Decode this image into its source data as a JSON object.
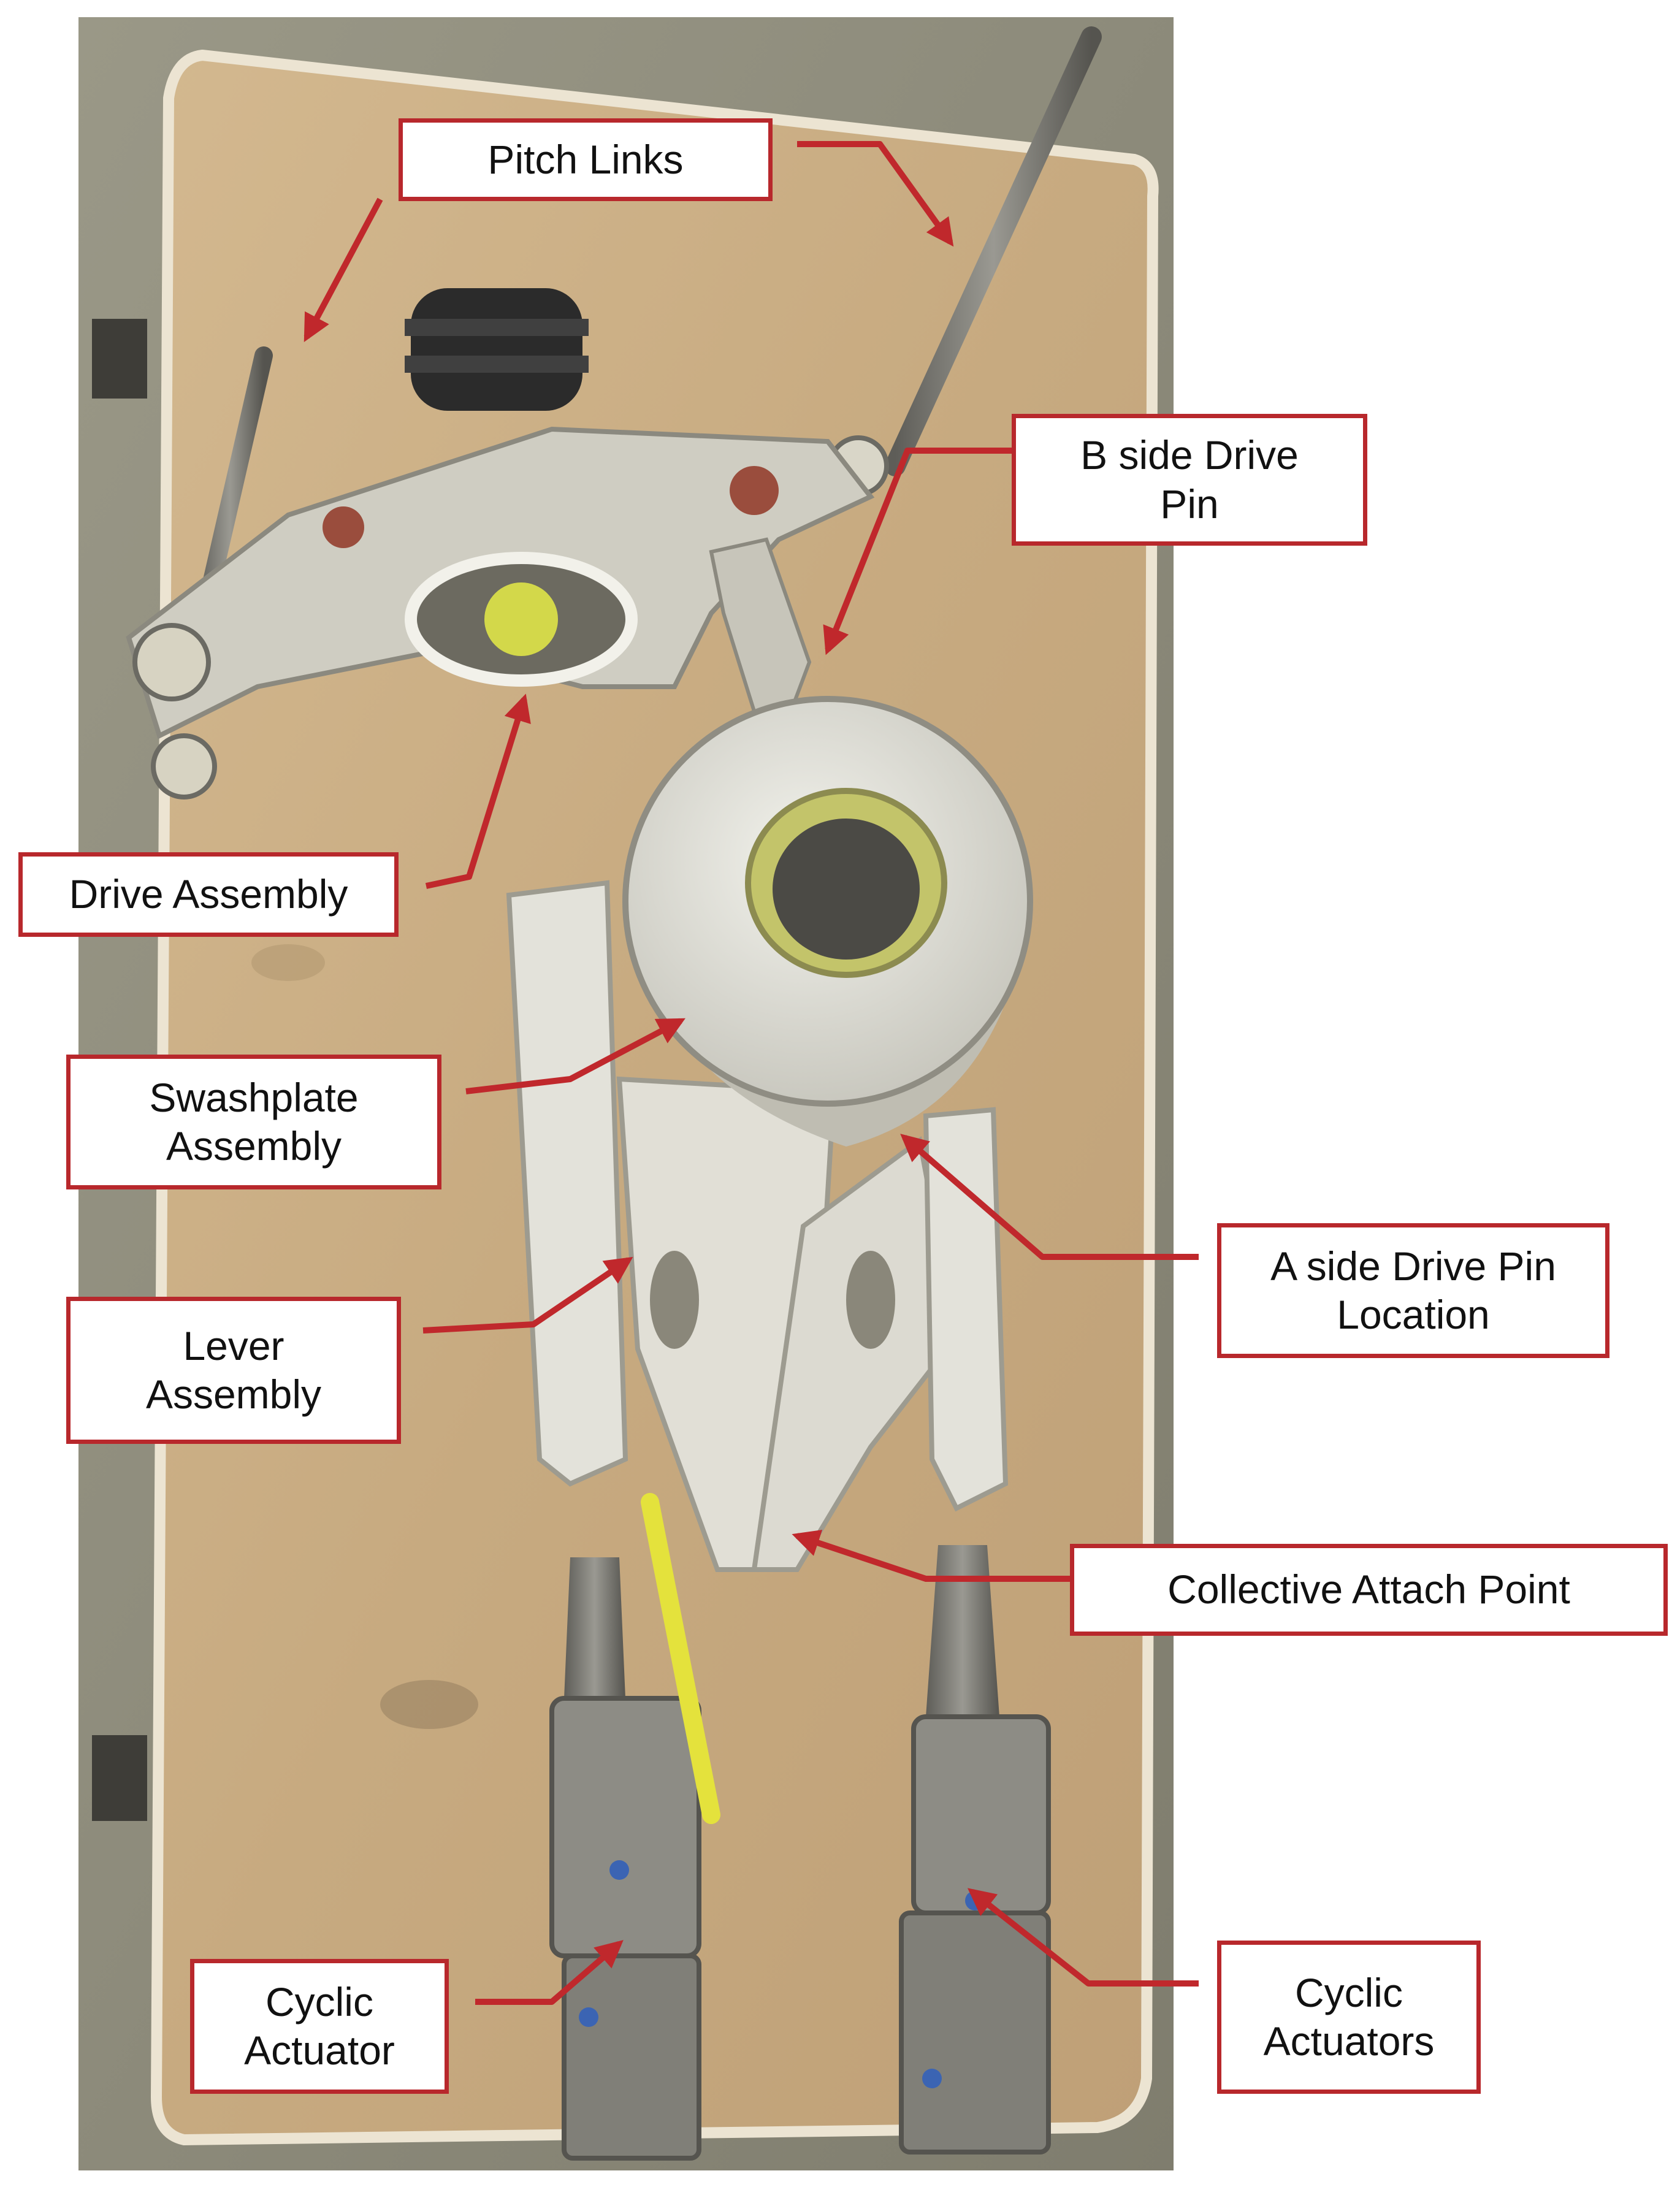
{
  "colors": {
    "callout_border": "#b8282c",
    "callout_fill": "#ffffff",
    "leader_line": "#c0282c",
    "floor": "#8a8878",
    "board": "#c9ad84",
    "component_white": "#e6e6de",
    "component_metal": "#7d7c76",
    "accent_yellow": "#e4e23c"
  },
  "callouts": {
    "pitch_links": "Pitch Links",
    "b_side_drive_pin": "B side Drive\nPin",
    "drive_assembly": "Drive Assembly",
    "swashplate_assembly": "Swashplate\nAssembly",
    "a_side_drive_pin": "A side Drive Pin\nLocation",
    "lever_assembly": "Lever\nAssembly",
    "collective_attach_point": "Collective Attach Point",
    "cyclic_actuator": "Cyclic\nActuator",
    "cyclic_actuators": "Cyclic\nActuators"
  }
}
